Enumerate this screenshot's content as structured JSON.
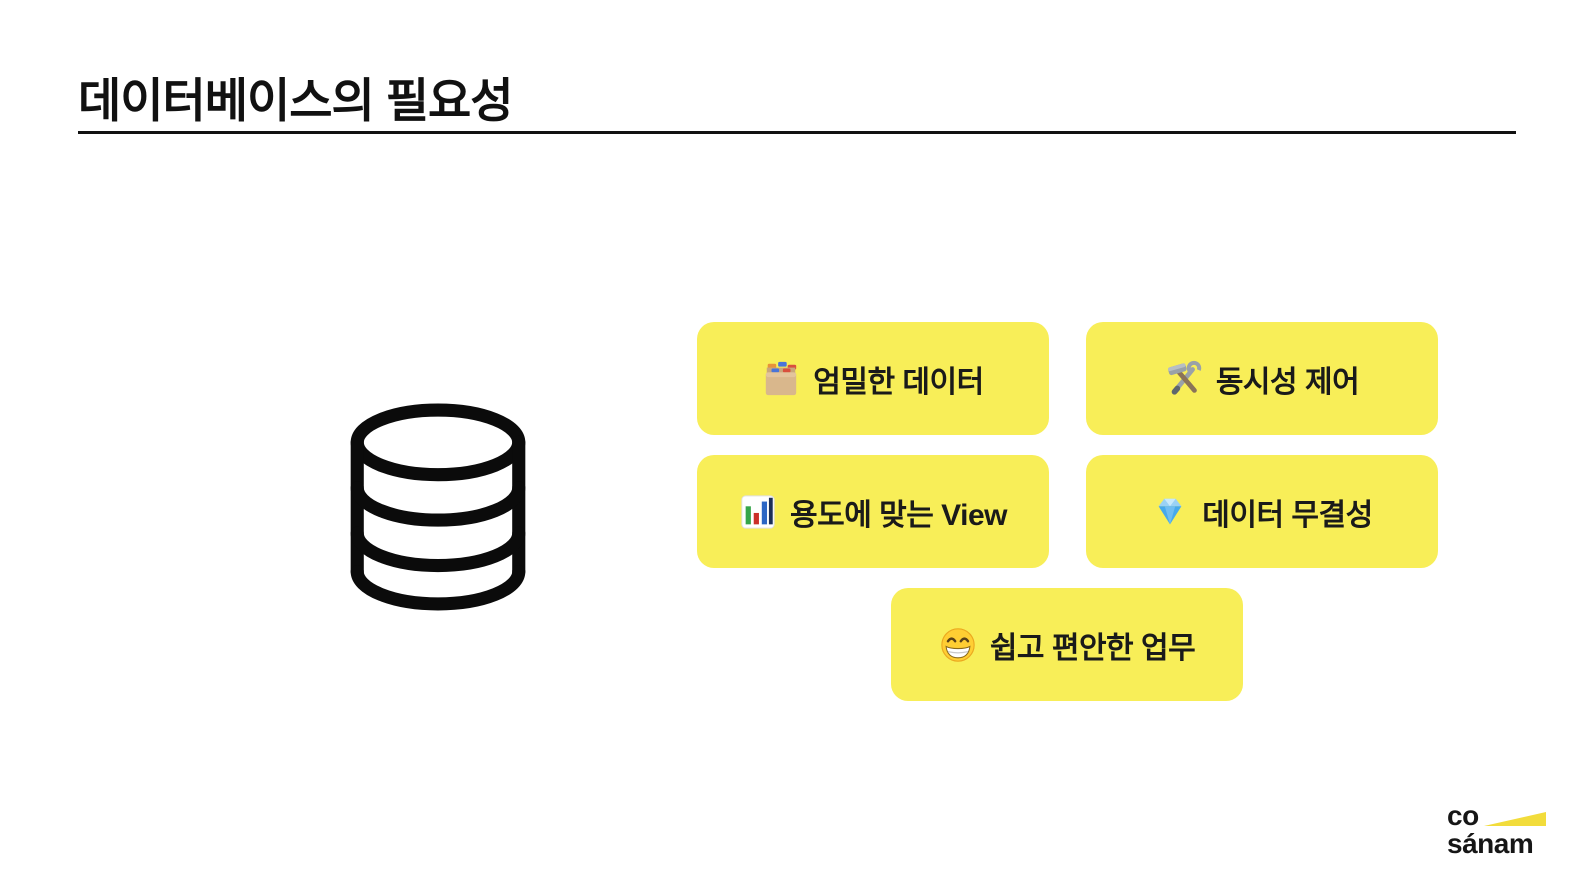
{
  "page": {
    "title": "데이터베이스의 필요성"
  },
  "colors": {
    "card_background": "#F8EE58",
    "title_text": "#111111",
    "card_text": "#1a1a1a",
    "logo_swoosh_yellow": "#F2DC3B"
  },
  "center_icon": {
    "name": "database-cylinder-icon",
    "description": "black outlined database cylinder with three stacked sections"
  },
  "cards": [
    {
      "icon_name": "card-file-box-icon",
      "emoji": "🗃️",
      "label": "엄밀한 데이터"
    },
    {
      "icon_name": "hammer-and-wrench-icon",
      "emoji": "🛠️",
      "label": "동시성 제어"
    },
    {
      "icon_name": "bar-chart-icon",
      "emoji": "📊",
      "label": "용도에 맞는 View"
    },
    {
      "icon_name": "gem-icon",
      "emoji": "💎",
      "label": "데이터 무결성"
    },
    {
      "icon_name": "beaming-face-icon",
      "emoji": "😁",
      "label": "쉽고 편안한 업무"
    }
  ],
  "logo": {
    "line1": "co",
    "line2": "sánam"
  }
}
